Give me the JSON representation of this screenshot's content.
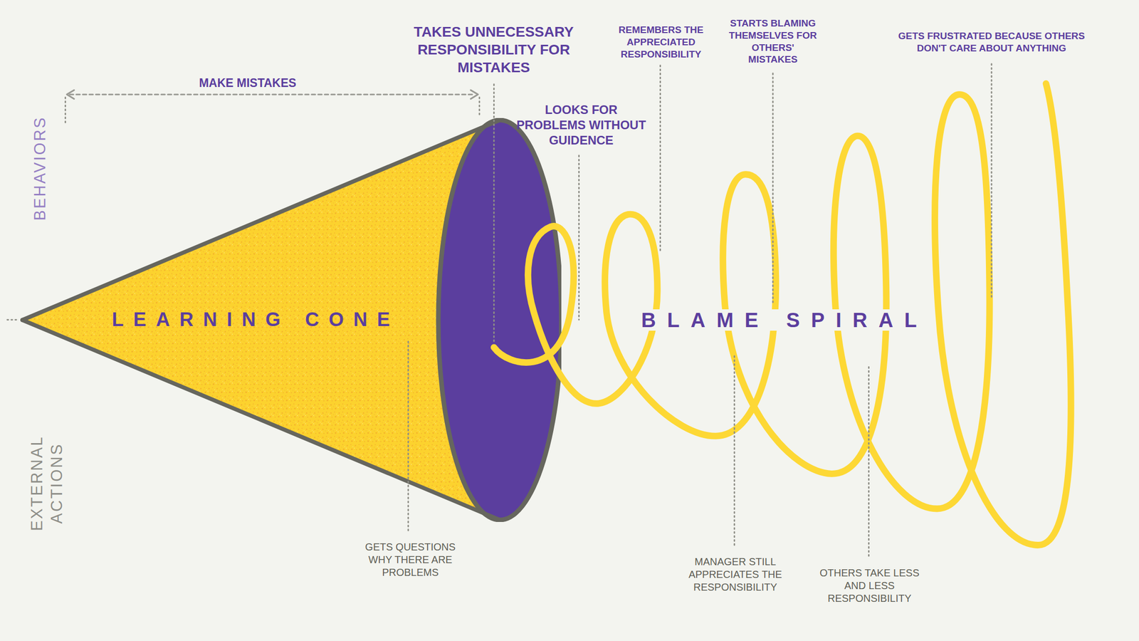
{
  "diagram": {
    "nodes": [
      {
        "text": [
          "LEARNING CONE"
        ]
      }
    ],
    "labels": [
      "BEHAVIORS",
      "TAKES UNNECESSARY RESPONSIBILITY FOR MISTAKES",
      "REMEMBERS THE APPRECIATED RESPONSIBILITY",
      "STARTS BLAMING THEMSELVES FOR OTHERS' MISTAKES",
      "GETS FRUSTRATED BECAUSE OTHERS DON'T CARE ABOUT ANYTHING",
      "MAKE MISTAKES",
      "LOOKS FOR PROBLEMS WITHOUT GUIDENCE",
      "BLAME SPIRAL",
      "EXTERNAL ACTIONS",
      "GETS QUESTIONS WHY THERE ARE PROBLEMS",
      "MANAGER STILL APPRECIATES THE RESPONSIBILITY",
      "OTHERS TAKE LESS AND LESS RESPONSIBILITY"
    ]
  }
}
